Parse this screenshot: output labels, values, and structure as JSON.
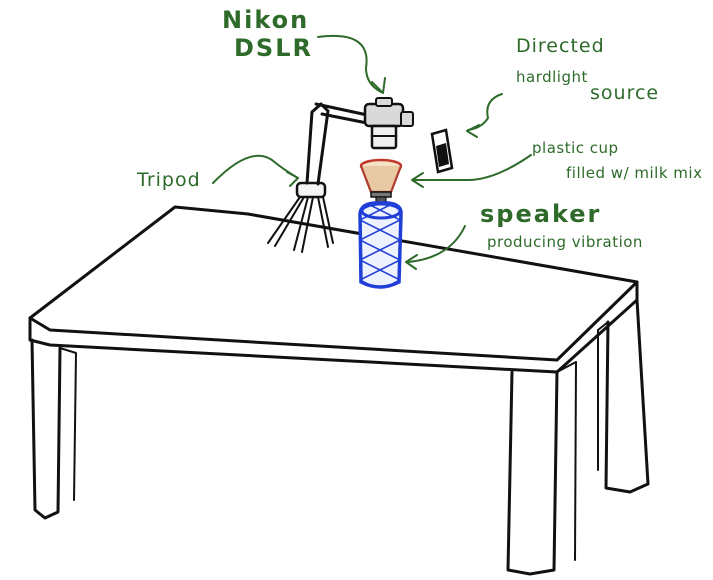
{
  "labels": {
    "camera_line1": "Nikon",
    "camera_line2": "DSLR",
    "light_line1": "Directed",
    "light_line2": "hardlight",
    "light_line3": "source",
    "cup_line1": "plastic cup",
    "cup_line2": "filled w/ milk mix",
    "tripod": "Tripod",
    "speaker_line1": "speaker",
    "speaker_line2": "producing vibration"
  },
  "colors": {
    "annotation": "#2e6b2a",
    "outline": "#111111",
    "cup_fill": "#e7c9a3",
    "cup_rim": "#c0392b",
    "speaker": "#1f3fd6",
    "camera": "#d9d9d9"
  }
}
